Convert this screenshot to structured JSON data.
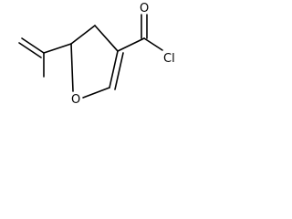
{
  "atoms": {
    "oxygen_ring": "O",
    "oxygen_carbonyl": "O",
    "chlorine": "Cl"
  }
}
